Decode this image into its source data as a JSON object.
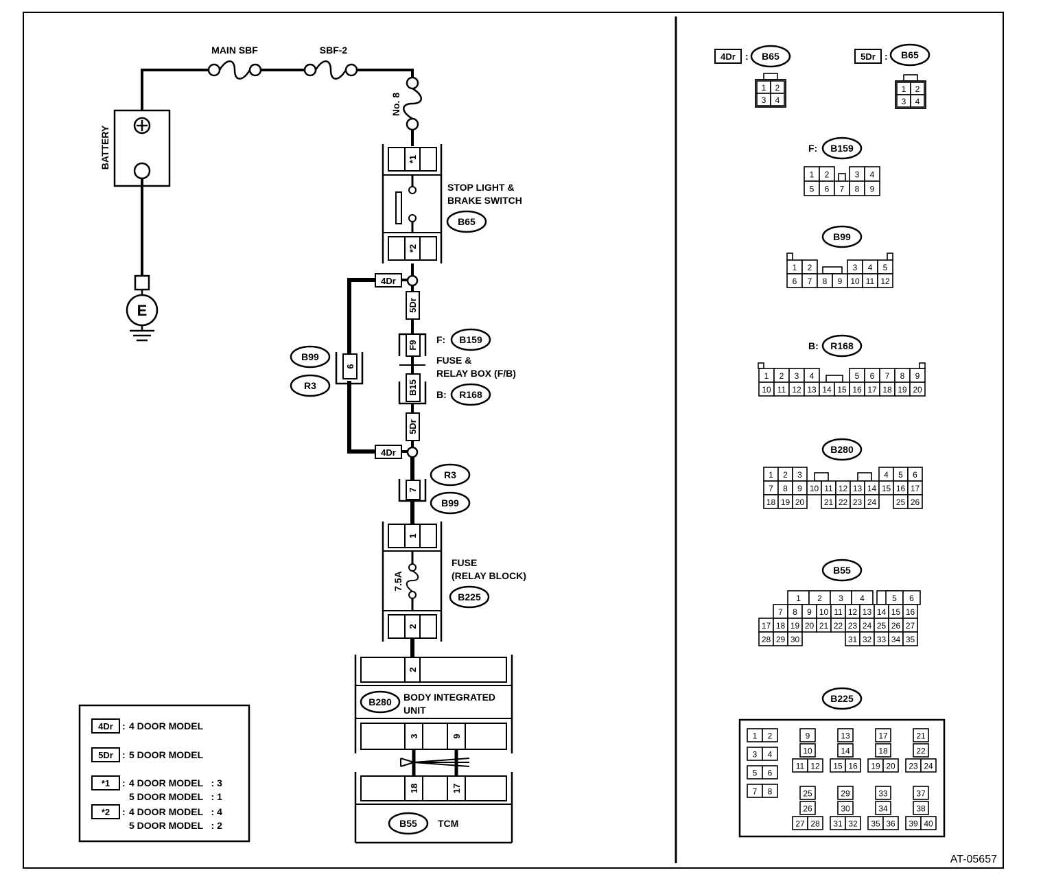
{
  "labels": {
    "main_sbf": "MAIN SBF",
    "sbf2": "SBF-2",
    "no8": "No. 8",
    "battery": "BATTERY",
    "ground": "E",
    "stop_switch_1": "STOP LIGHT &",
    "stop_switch_2": "BRAKE SWITCH",
    "fuse_relay_box_1": "FUSE &",
    "fuse_relay_box_2": "RELAY BOX (F/B)",
    "fuse_relay_block_1": "FUSE",
    "fuse_relay_block_2": "(RELAY BLOCK)",
    "fuse_rating": "7.5A",
    "biu_1": "BODY INTEGRATED",
    "biu_2": "UNIT",
    "tcm": "TCM",
    "f_prefix": "F:",
    "b_prefix": "B:",
    "colon": ":",
    "figure_id": "AT-05657"
  },
  "connectors": {
    "b65": "B65",
    "b159": "B159",
    "r168": "R168",
    "b99": "B99",
    "r3": "R3",
    "b225": "B225",
    "b280": "B280",
    "b55": "B55"
  },
  "tags": {
    "dr4": "4Dr",
    "dr5": "5Dr",
    "star1": "*1",
    "star2": "*2",
    "f9": "F9",
    "b15": "B15",
    "p6": "6",
    "p7": "7",
    "p1": "1",
    "p2": "2",
    "p3": "3",
    "p9": "9",
    "p18": "18",
    "p17": "17"
  },
  "legend": {
    "dr4": "4 DOOR MODEL",
    "dr5": "5 DOOR MODEL",
    "star1_line1": "4 DOOR MODEL   : 3",
    "star1_line2": "5 DOOR MODEL   : 1",
    "star2_line1": "4 DOOR MODEL   : 4",
    "star2_line2": "5 DOOR MODEL   : 2"
  },
  "connector_faces": {
    "b65_4dr": [
      [
        "1",
        "2"
      ],
      [
        "3",
        "4"
      ]
    ],
    "b65_5dr": [
      [
        "1",
        "2"
      ],
      [
        "3",
        "4"
      ]
    ],
    "b159": [
      [
        "1",
        "2",
        "",
        "3",
        "4"
      ],
      [
        "5",
        "6",
        "7",
        "8",
        "9"
      ]
    ],
    "b99": [
      [
        "1",
        "2",
        "",
        "",
        "3",
        "4",
        "5"
      ],
      [
        "6",
        "7",
        "8",
        "9",
        "10",
        "11",
        "12"
      ]
    ],
    "r168": [
      [
        "1",
        "2",
        "3",
        "4",
        "",
        "",
        "5",
        "6",
        "7",
        "8",
        "9"
      ],
      [
        "10",
        "11",
        "12",
        "13",
        "14",
        "15",
        "16",
        "17",
        "18",
        "19",
        "20"
      ]
    ],
    "b280": [
      [
        "1",
        "2",
        "3",
        "",
        "",
        "",
        "",
        "",
        "",
        "4",
        "5",
        "6"
      ],
      [
        "7",
        "8",
        "9",
        "10",
        "11",
        "12",
        "13",
        "14",
        "15",
        "16",
        "17"
      ],
      [
        "18",
        "19",
        "20",
        "",
        "21",
        "22",
        "23",
        "24",
        "",
        "25",
        "26"
      ]
    ],
    "b55": [
      [
        "1",
        "2",
        "3",
        "4",
        "",
        "5",
        "6"
      ],
      [
        "7",
        "8",
        "9",
        "10",
        "11",
        "12",
        "13",
        "14",
        "15",
        "16"
      ],
      [
        "17",
        "18",
        "19",
        "20",
        "21",
        "22",
        "23",
        "24",
        "25",
        "26",
        "27"
      ],
      [
        "28",
        "29",
        "30",
        "31",
        "32",
        "33",
        "34",
        "35"
      ]
    ],
    "b225": {
      "left": [
        [
          "1",
          "2"
        ],
        [
          "3",
          "4"
        ],
        [
          "5",
          "6"
        ],
        [
          "7",
          "8"
        ]
      ],
      "groups_top": [
        [
          "9",
          "10",
          "11",
          "12"
        ],
        [
          "13",
          "14",
          "15",
          "16"
        ],
        [
          "17",
          "18",
          "19",
          "20"
        ],
        [
          "21",
          "22",
          "23",
          "24"
        ]
      ],
      "groups_bottom": [
        [
          "25",
          "26",
          "27",
          "28"
        ],
        [
          "29",
          "30",
          "31",
          "32"
        ],
        [
          "33",
          "34",
          "35",
          "36"
        ],
        [
          "37",
          "38",
          "39",
          "40"
        ]
      ]
    }
  }
}
